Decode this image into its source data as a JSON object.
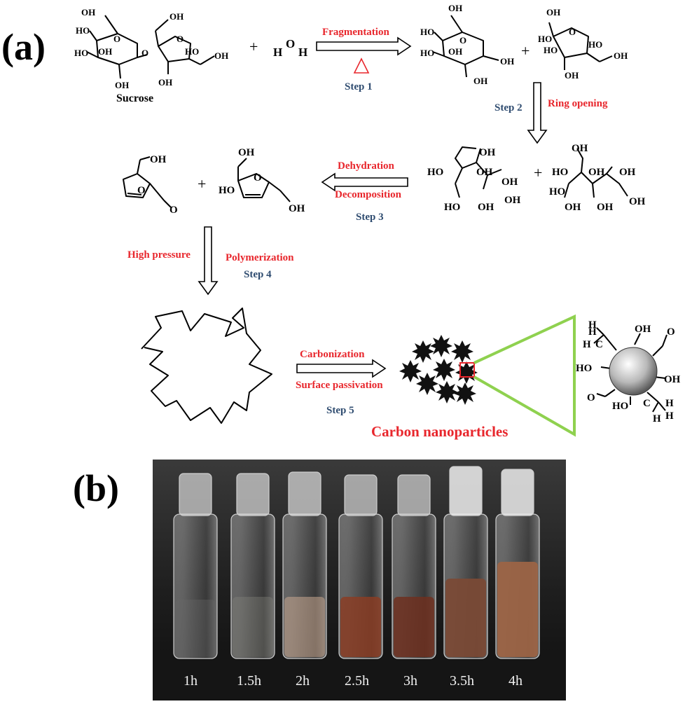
{
  "panels": {
    "a": "(a)",
    "b": "(b)"
  },
  "steps": {
    "step1": {
      "label": "Step 1",
      "process": "Fragmentation",
      "symbol": "△"
    },
    "step2": {
      "label": "Step 2",
      "process": "Ring opening"
    },
    "step3": {
      "label": "Step 3",
      "process_top": "Dehydration",
      "process_bottom": "Decomposition"
    },
    "step4": {
      "label": "Step 4",
      "process_left": "High pressure",
      "process_right": "Polymerization"
    },
    "step5": {
      "label": "Step 5",
      "process_top": "Carbonization",
      "process_bottom": "Surface passivation"
    }
  },
  "molecules": {
    "sucrose": "Sucrose",
    "water_h": "H",
    "water_o": "O",
    "plus": "+",
    "oh": "OH",
    "ho": "HO",
    "o": "O",
    "h": "H",
    "c": "C"
  },
  "product": "Carbon nanoparticles",
  "vial_times": [
    "1h",
    "1.5h",
    "2h",
    "2.5h",
    "3h",
    "3.5h",
    "4h"
  ],
  "colors": {
    "accent_red": "#e8262c",
    "step_blue": "#2f4c70",
    "zoom_green": "#8fd14f"
  }
}
